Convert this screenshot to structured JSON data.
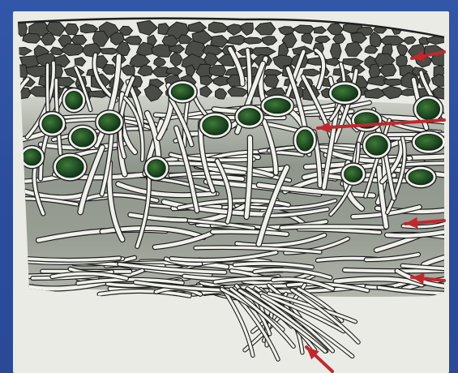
{
  "figure": {
    "colors": {
      "frame_background": "#2c4f9e",
      "paper": "#ebebe6",
      "hyphae_fill": "#f1f1ec",
      "hyphae_outline": "#1e1e1e",
      "algal_cell": "#1b4a22",
      "algal_cell_highlight": "#3f7a38",
      "medulla_shading": "#7e857a",
      "pointer_arrow": "#c0282d"
    },
    "layers": [
      {
        "key": "upper-cortex"
      },
      {
        "key": "algal-layer"
      },
      {
        "key": "medulla"
      },
      {
        "key": "lower-cortex"
      },
      {
        "key": "rhizines"
      }
    ],
    "pointer_count": 5
  }
}
